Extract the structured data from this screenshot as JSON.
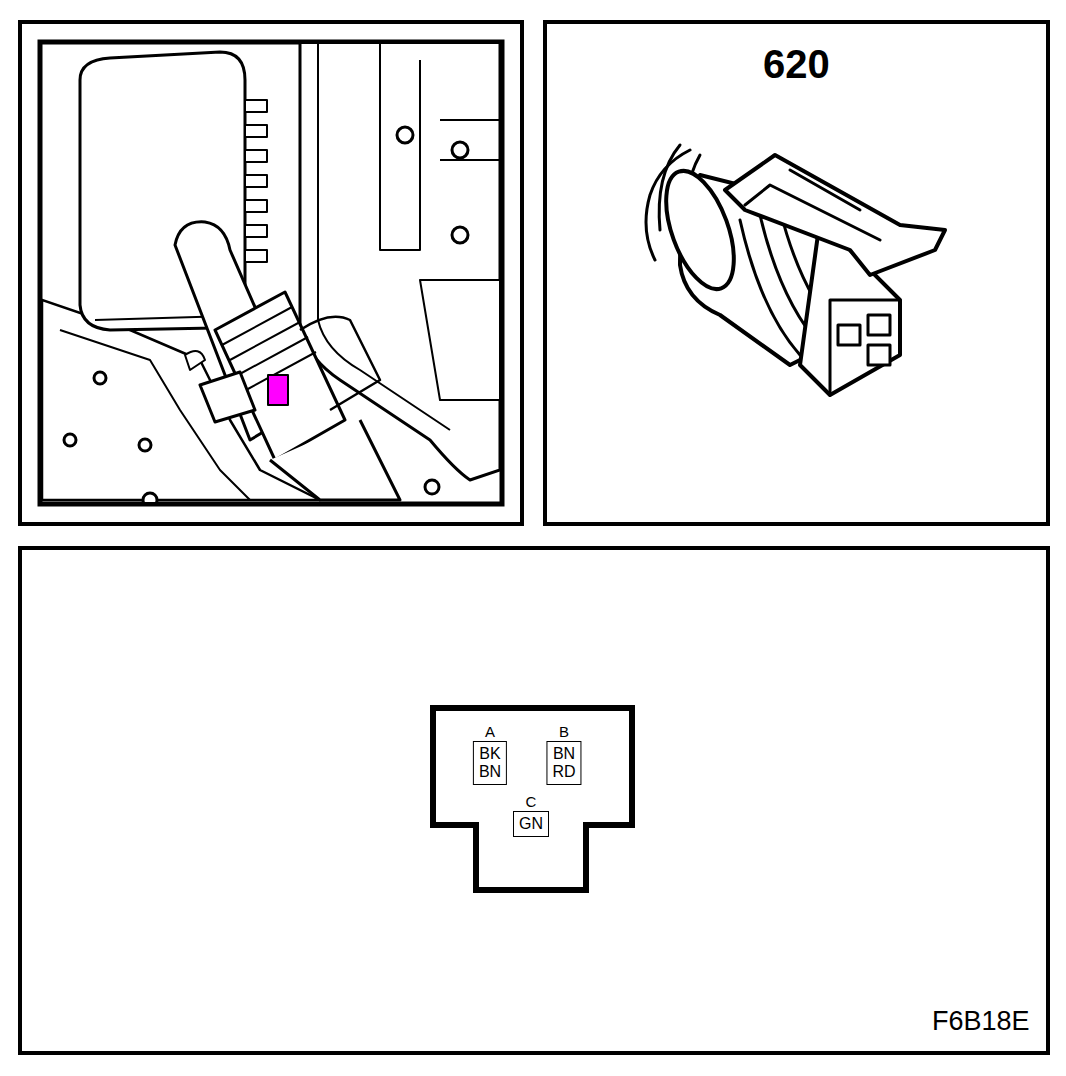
{
  "diagram": {
    "nodes": [
      {
        "text": [
          "A",
          "BK BN"
        ]
      },
      {
        "text": [
          "B",
          "BN RD"
        ]
      },
      {
        "text": [
          "C",
          "GN"
        ]
      }
    ],
    "labels": [
      "620",
      "F6B18E"
    ]
  }
}
